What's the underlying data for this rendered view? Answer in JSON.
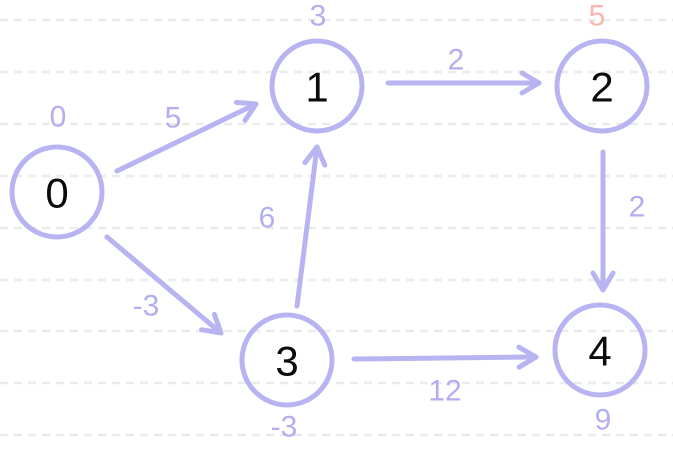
{
  "colors": {
    "background": "#ffffff",
    "edge": "#b8b3f1",
    "label": "#b3aeef",
    "highlight": "#f9b6b0",
    "grid": "#ebebeb",
    "node_text": "#0b0b0b"
  },
  "graph": {
    "type": "directed weighted graph",
    "nodes": [
      {
        "id": "0",
        "distance": "0",
        "highlighted": false
      },
      {
        "id": "1",
        "distance": "3",
        "highlighted": false
      },
      {
        "id": "2",
        "distance": "5",
        "highlighted": true
      },
      {
        "id": "3",
        "distance": "-3",
        "highlighted": false
      },
      {
        "id": "4",
        "distance": "9",
        "highlighted": false
      }
    ],
    "edges": [
      {
        "from": "0",
        "to": "1",
        "weight": "5"
      },
      {
        "from": "0",
        "to": "3",
        "weight": "-3"
      },
      {
        "from": "3",
        "to": "1",
        "weight": "6"
      },
      {
        "from": "1",
        "to": "2",
        "weight": "2"
      },
      {
        "from": "2",
        "to": "4",
        "weight": "2"
      },
      {
        "from": "3",
        "to": "4",
        "weight": "12"
      }
    ]
  }
}
